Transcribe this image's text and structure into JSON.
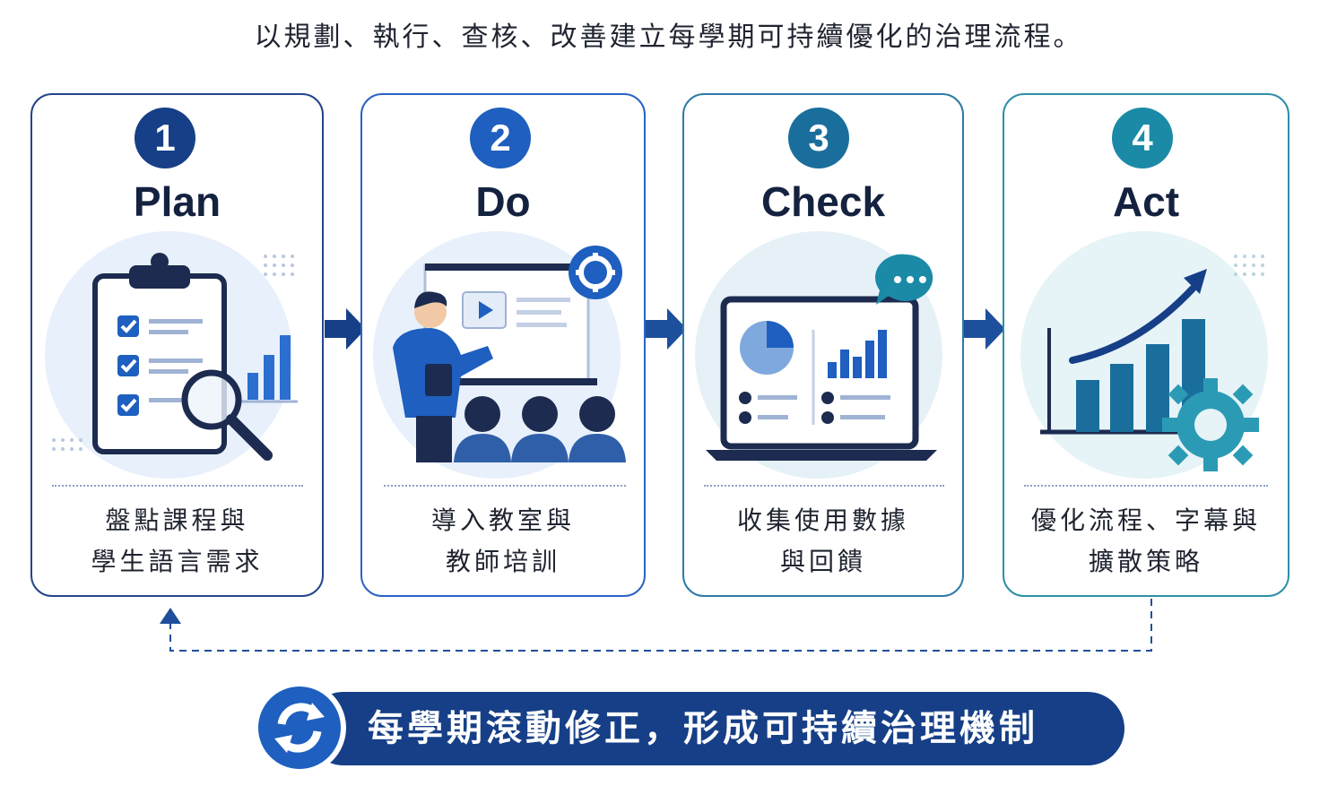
{
  "header": {
    "title": "以規劃、執行、查核、改善建立每學期可持續優化的治理流程。"
  },
  "steps": [
    {
      "number": "1",
      "title": "Plan",
      "caption_line1": "盤點課程與",
      "caption_line2": "學生語言需求",
      "color": "#163f87"
    },
    {
      "number": "2",
      "title": "Do",
      "caption_line1": "導入教室與",
      "caption_line2": "教師培訓",
      "color": "#1e5fbf"
    },
    {
      "number": "3",
      "title": "Check",
      "caption_line1": "收集使用數據",
      "caption_line2": "與回饋",
      "color": "#1a6e9c"
    },
    {
      "number": "4",
      "title": "Act",
      "caption_line1": "優化流程、字幕與",
      "caption_line2": "擴散策略",
      "color": "#1b8aa6"
    }
  ],
  "footer": {
    "banner_text": "每學期滾動修正，形成可持續治理機制",
    "icon": "refresh-cycle-icon",
    "color": "#163f87"
  },
  "icons": {
    "plan": "clipboard-checklist-icon",
    "do": "teacher-presentation-icon",
    "check": "laptop-dashboard-icon",
    "act": "growth-chart-gear-icon"
  }
}
